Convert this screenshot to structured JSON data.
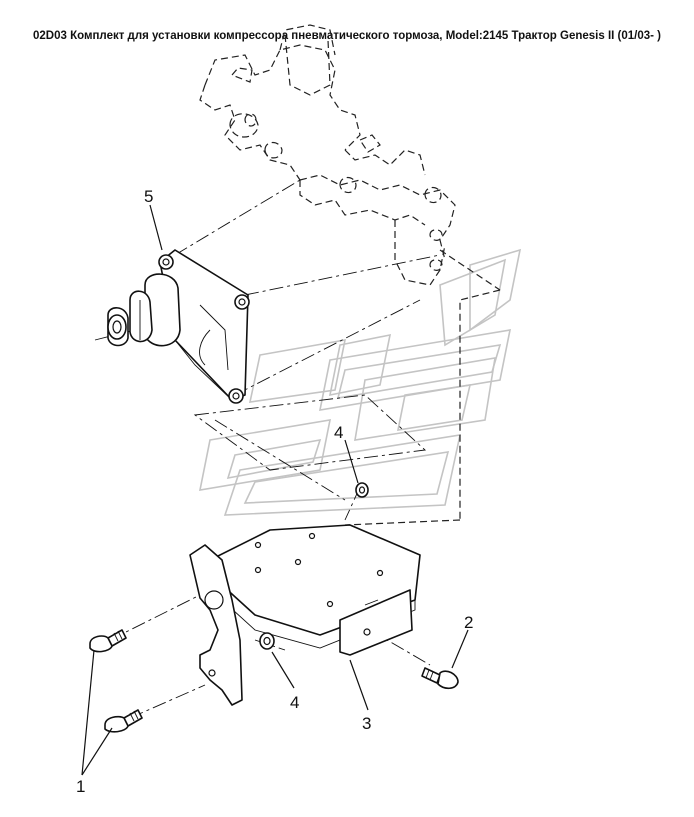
{
  "title": "02D03 Комплект для установки компрессора пневматического тормоза, Model:2145 Трактор Genesis II (01/03- )",
  "callouts": [
    {
      "label": "5",
      "part": "compressor"
    },
    {
      "label": "4",
      "part": "washer-upper"
    },
    {
      "label": "2",
      "part": "bolt-right"
    },
    {
      "label": "4",
      "part": "washer-lower"
    },
    {
      "label": "3",
      "part": "bracket"
    },
    {
      "label": "1",
      "part": "bolts-left"
    }
  ]
}
